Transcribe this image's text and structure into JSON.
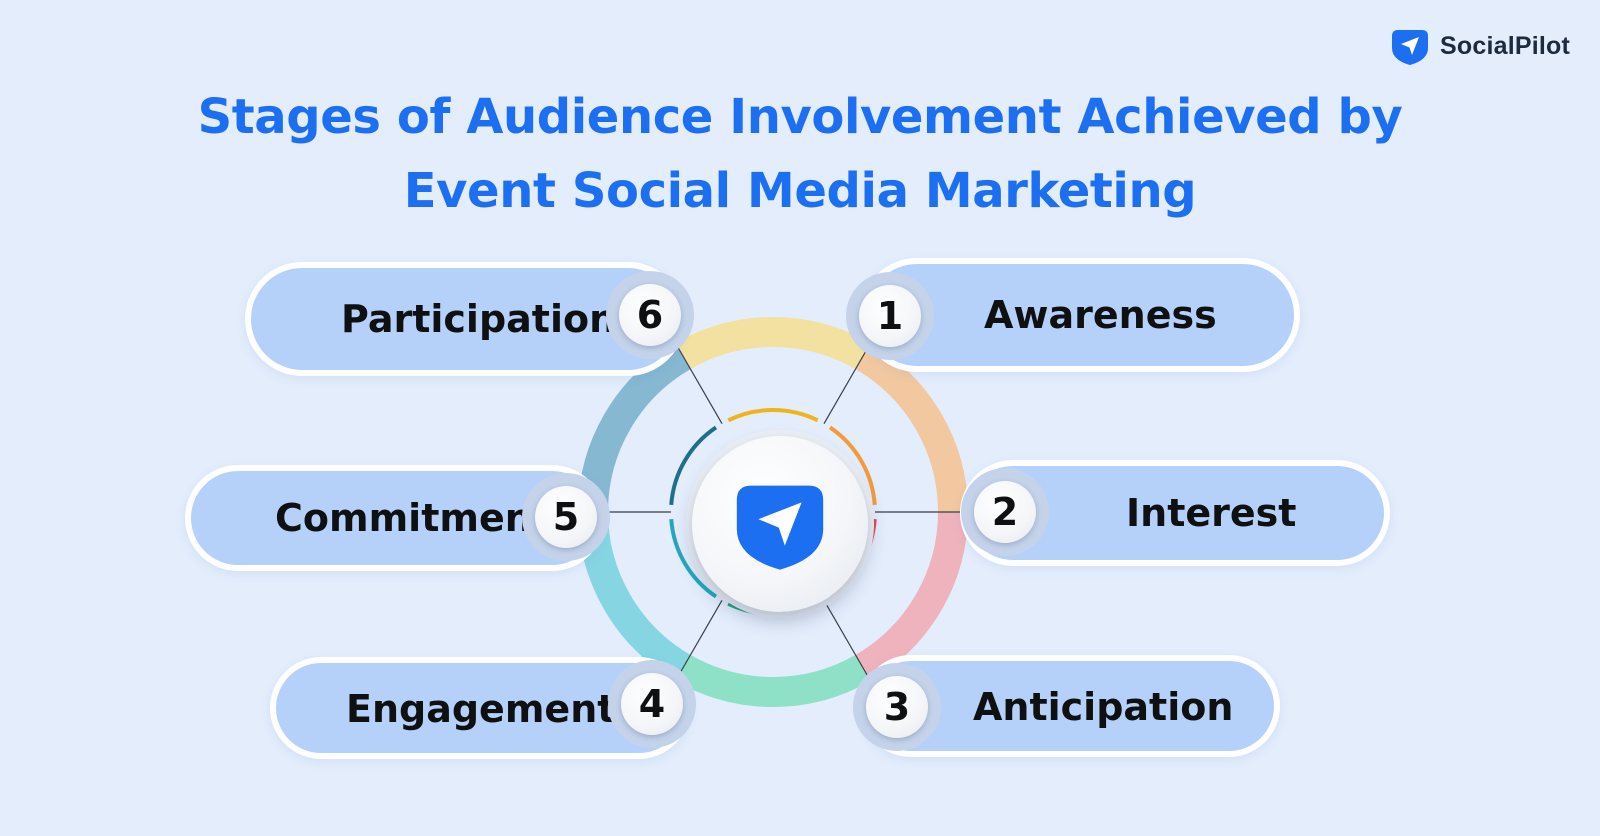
{
  "brand": {
    "name": "SocialPilot",
    "color": "#1d6ff2",
    "icon": "paper-plane-icon"
  },
  "title": {
    "line1": "Stages of Audience Involvement Achieved by",
    "line2": "Event Social Media Marketing"
  },
  "colors": {
    "title": "#1d6ff2",
    "background": "#e3edfc",
    "pill": "#b6d1f9"
  },
  "stages": [
    {
      "number": "1",
      "label": "Awareness",
      "ring_color": "#f2c8a0",
      "arc_color": "#f59a3a"
    },
    {
      "number": "2",
      "label": "Interest",
      "ring_color": "#efb3bd",
      "arc_color": "#e04a5c"
    },
    {
      "number": "3",
      "label": "Anticipation",
      "ring_color": "#8ee0c7",
      "arc_color": "#19a67a"
    },
    {
      "number": "4",
      "label": "Engagement",
      "ring_color": "#86d5e3",
      "arc_color": "#26a6bd"
    },
    {
      "number": "5",
      "label": "Commitment",
      "ring_color": "#86b8d2",
      "arc_color": "#1f6f8a"
    },
    {
      "number": "6",
      "label": "Participation",
      "ring_color": "#f2e1a0",
      "arc_color": "#f1b31c"
    }
  ],
  "hub": {
    "icon": "paper-plane-icon"
  }
}
